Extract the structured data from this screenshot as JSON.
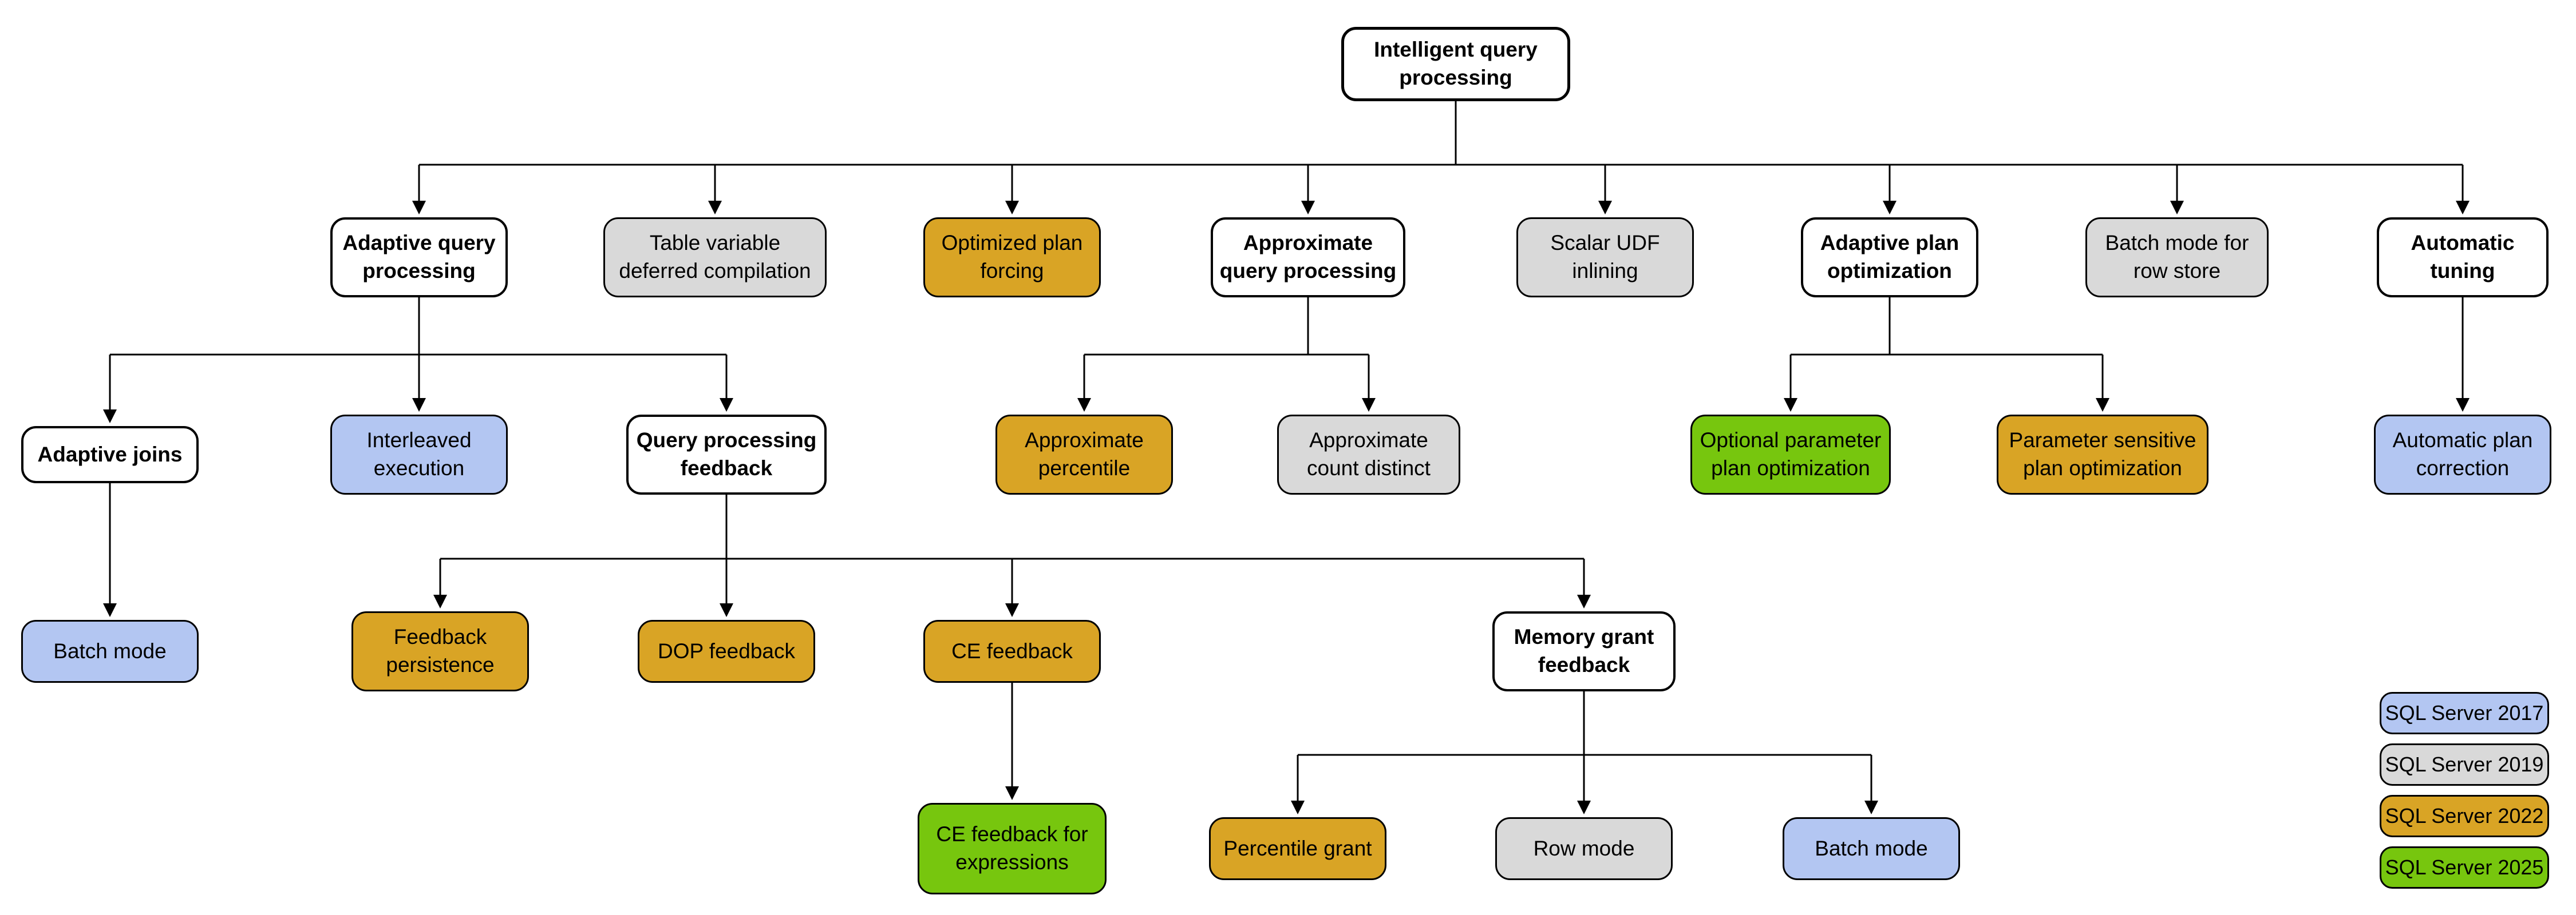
{
  "diagram": {
    "type": "tree",
    "nodes": {
      "root": {
        "label": "Intelligent query\nprocessing",
        "version": "category"
      },
      "adaptive_query_processing": {
        "label": "Adaptive query\nprocessing",
        "version": "category"
      },
      "table_variable_deferred_compilation": {
        "label": "Table variable\ndeferred compilation",
        "version": "SQL Server 2019"
      },
      "optimized_plan_forcing": {
        "label": "Optimized plan\nforcing",
        "version": "SQL Server 2022"
      },
      "approximate_query_processing": {
        "label": "Approximate\nquery processing",
        "version": "category"
      },
      "scalar_udf_inlining": {
        "label": "Scalar UDF\ninlining",
        "version": "SQL Server 2019"
      },
      "adaptive_plan_optimization": {
        "label": "Adaptive plan\noptimization",
        "version": "category"
      },
      "batch_mode_for_row_store": {
        "label": "Batch mode for\nrow store",
        "version": "SQL Server 2019"
      },
      "automatic_tuning": {
        "label": "Automatic\ntuning",
        "version": "category"
      },
      "adaptive_joins": {
        "label": "Adaptive joins",
        "version": "category"
      },
      "interleaved_execution": {
        "label": "Interleaved\nexecution",
        "version": "SQL Server 2017"
      },
      "query_processing_feedback": {
        "label": "Query processing\nfeedback",
        "version": "category"
      },
      "approximate_percentile": {
        "label": "Approximate\npercentile",
        "version": "SQL Server 2022"
      },
      "approximate_count_distinct": {
        "label": "Approximate\ncount distinct",
        "version": "SQL Server 2019"
      },
      "optional_parameter_plan_optimization": {
        "label": "Optional parameter\nplan optimization",
        "version": "SQL Server 2025"
      },
      "parameter_sensitive_plan_optimization": {
        "label": "Parameter sensitive\nplan optimization",
        "version": "SQL Server 2022"
      },
      "automatic_plan_correction": {
        "label": "Automatic plan\ncorrection",
        "version": "SQL Server 2017"
      },
      "batch_mode_adaptive": {
        "label": "Batch mode",
        "version": "SQL Server 2017"
      },
      "feedback_persistence": {
        "label": "Feedback\npersistence",
        "version": "SQL Server 2022"
      },
      "dop_feedback": {
        "label": "DOP feedback",
        "version": "SQL Server 2022"
      },
      "ce_feedback": {
        "label": "CE feedback",
        "version": "SQL Server 2022"
      },
      "memory_grant_feedback": {
        "label": "Memory grant\nfeedback",
        "version": "category"
      },
      "ce_feedback_for_expressions": {
        "label": "CE feedback for\nexpressions",
        "version": "SQL Server 2025"
      },
      "percentile_grant": {
        "label": "Percentile grant",
        "version": "SQL Server 2022"
      },
      "row_mode": {
        "label": "Row mode",
        "version": "SQL Server 2019"
      },
      "batch_mode_memory": {
        "label": "Batch mode",
        "version": "SQL Server 2017"
      }
    },
    "edges": [
      "root > adaptive_query_processing, table_variable_deferred_compilation, optimized_plan_forcing, approximate_query_processing, scalar_udf_inlining, adaptive_plan_optimization, batch_mode_for_row_store, automatic_tuning",
      "adaptive_query_processing > adaptive_joins, interleaved_execution, query_processing_feedback",
      "approximate_query_processing > approximate_percentile, approximate_count_distinct",
      "adaptive_plan_optimization > optional_parameter_plan_optimization, parameter_sensitive_plan_optimization",
      "automatic_tuning > automatic_plan_correction",
      "adaptive_joins > batch_mode_adaptive",
      "query_processing_feedback > feedback_persistence, dop_feedback, ce_feedback, memory_grant_feedback",
      "ce_feedback > ce_feedback_for_expressions",
      "memory_grant_feedback > percentile_grant, row_mode, batch_mode_memory"
    ],
    "legend": {
      "items": [
        {
          "label": "SQL Server 2017",
          "color": "#b3c6f2"
        },
        {
          "label": "SQL Server 2019",
          "color": "#d9d9d9"
        },
        {
          "label": "SQL Server 2022",
          "color": "#d9a425"
        },
        {
          "label": "SQL Server 2025",
          "color": "#77c60e"
        }
      ]
    },
    "colors": {
      "category_fill": "#ffffff",
      "border": "#000000",
      "line": "#000000"
    }
  }
}
